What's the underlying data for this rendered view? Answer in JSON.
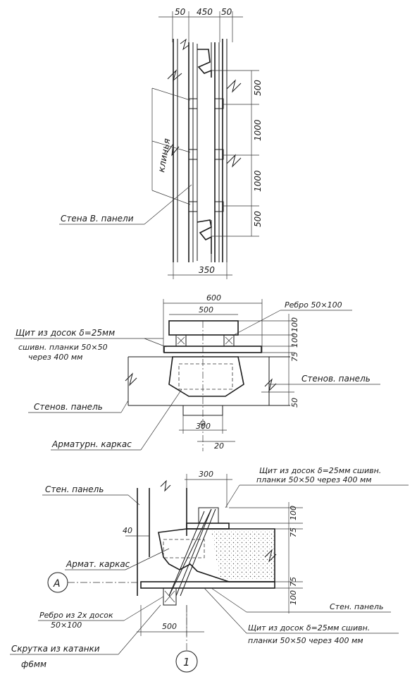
{
  "view1": {
    "dims_top": [
      "50",
      "450",
      "50"
    ],
    "dims_right": [
      "500",
      "1000",
      "1000",
      "500"
    ],
    "dim_bottom": "350",
    "label_wedges": "клинья",
    "label_wall": "Стена В. панели"
  },
  "view2": {
    "dim_600": "600",
    "dim_500": "500",
    "label_rib": "Ребро 50×100",
    "dims_right": [
      "100",
      "100",
      "75",
      "50"
    ],
    "label_shield": "Щит из досок δ=25мм",
    "label_shield2": "сшивн. планки 50×50",
    "label_shield3": "через 400 мм",
    "label_wall_right": "Стенов. панель",
    "label_wall_left": "Стенов. панель",
    "label_frame": "Арматурн. каркас",
    "dim_300": "300",
    "dim_20": "20"
  },
  "view3": {
    "dim_300": "300",
    "label_shield_top": "Щит из досок δ=25мм сшивн.",
    "label_shield_top2": "планки 50×50 через 400 мм",
    "label_wall_top": "Стен. панель",
    "dims_right": [
      "100",
      "75",
      "75",
      "100"
    ],
    "dim_40": "40",
    "label_frame": "Армат. каркас",
    "axis_a": "А",
    "label_wall_right": "Стен. панель",
    "label_rib": "Ребро из 2х досок",
    "label_rib2": "50×100",
    "dim_500": "500",
    "label_shield_bottom": "Щит из досок δ=25мм сшивн.",
    "label_shield_bottom2": "планки 50×50 через 400 мм",
    "label_twist": "Скрутка из катанки",
    "label_twist2": "ф6мм",
    "axis_1": "1"
  }
}
